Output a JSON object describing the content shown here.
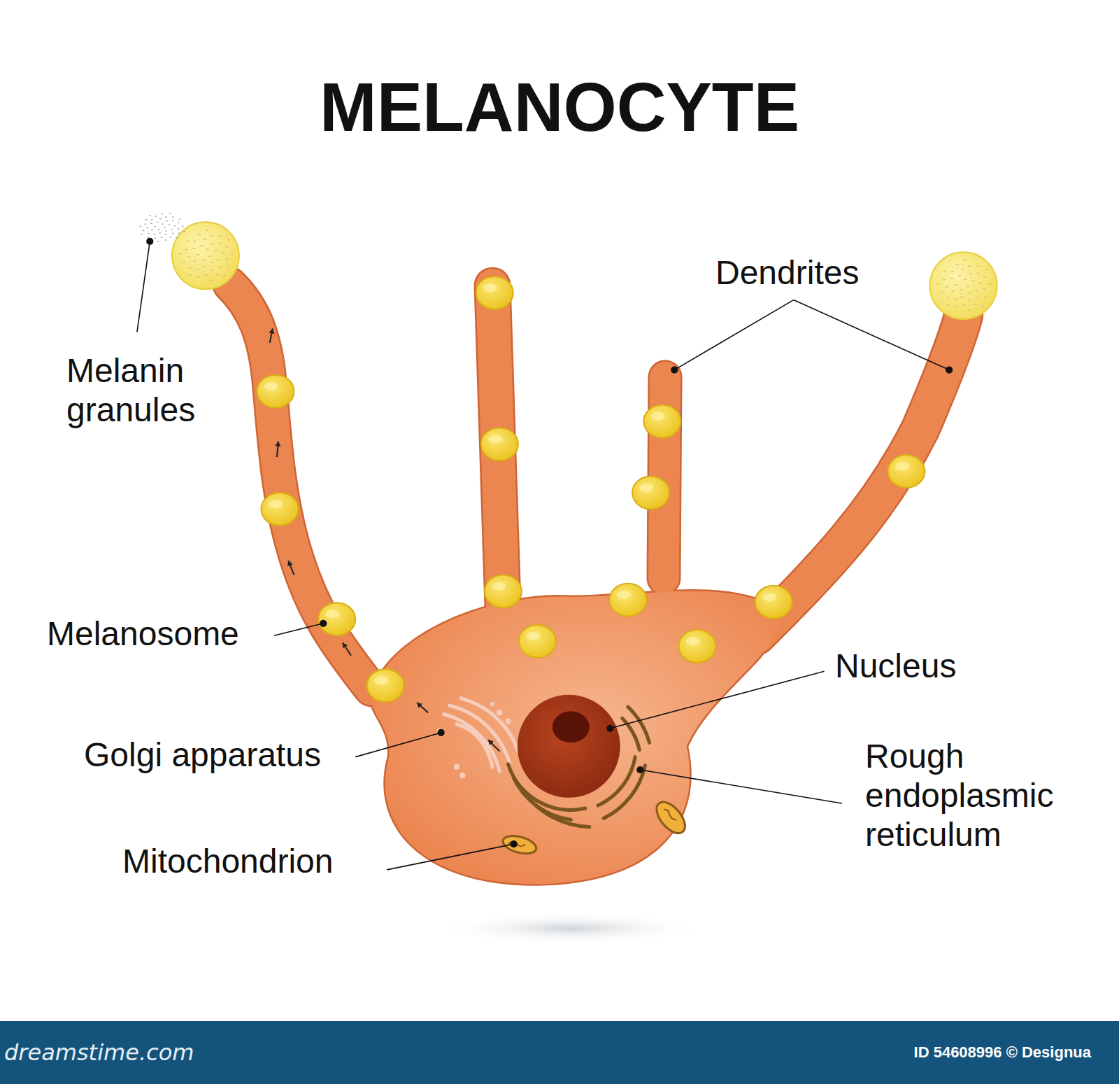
{
  "diagram": {
    "title": "MELANOCYTE",
    "labels": [
      "Melanin granules",
      "Dendrites",
      "Melanosome",
      "Nucleus",
      "Golgi apparatus",
      "Rough endoplasmic reticulum",
      "Mitochondrion",
      "dreamstime.com",
      "ID 54608996 © Designua"
    ]
  }
}
